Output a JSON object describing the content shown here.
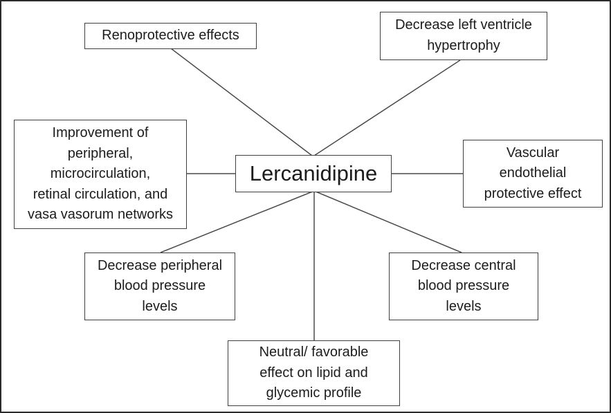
{
  "diagram": {
    "center_label": "Lercanidipine",
    "nodes": [
      {
        "id": "renoprotective",
        "label": "Renoprotective effects"
      },
      {
        "id": "lv-hypertrophy",
        "label": "Decrease left ventricle\nhypertrophy"
      },
      {
        "id": "microcirculation",
        "label": "Improvement of\nperipheral,\nmicrocirculation,\nretinal circulation, and\nvasa vasorum networks"
      },
      {
        "id": "vascular-endothelial",
        "label": "Vascular\nendothelial\nprotective effect"
      },
      {
        "id": "peripheral-bp",
        "label": "Decrease peripheral\nblood pressure\nlevels"
      },
      {
        "id": "central-bp",
        "label": "Decrease central\nblood pressure\nlevels"
      },
      {
        "id": "lipid-glycemic",
        "label": "Neutral/ favorable\neffect on lipid and\nglycemic profile"
      }
    ],
    "colors": {
      "box_border": "#3f3f3f",
      "outer_border": "#2b2b2b",
      "connector": "#4a4a4a",
      "text": "#1c1c1c",
      "background": "#ffffff"
    }
  }
}
